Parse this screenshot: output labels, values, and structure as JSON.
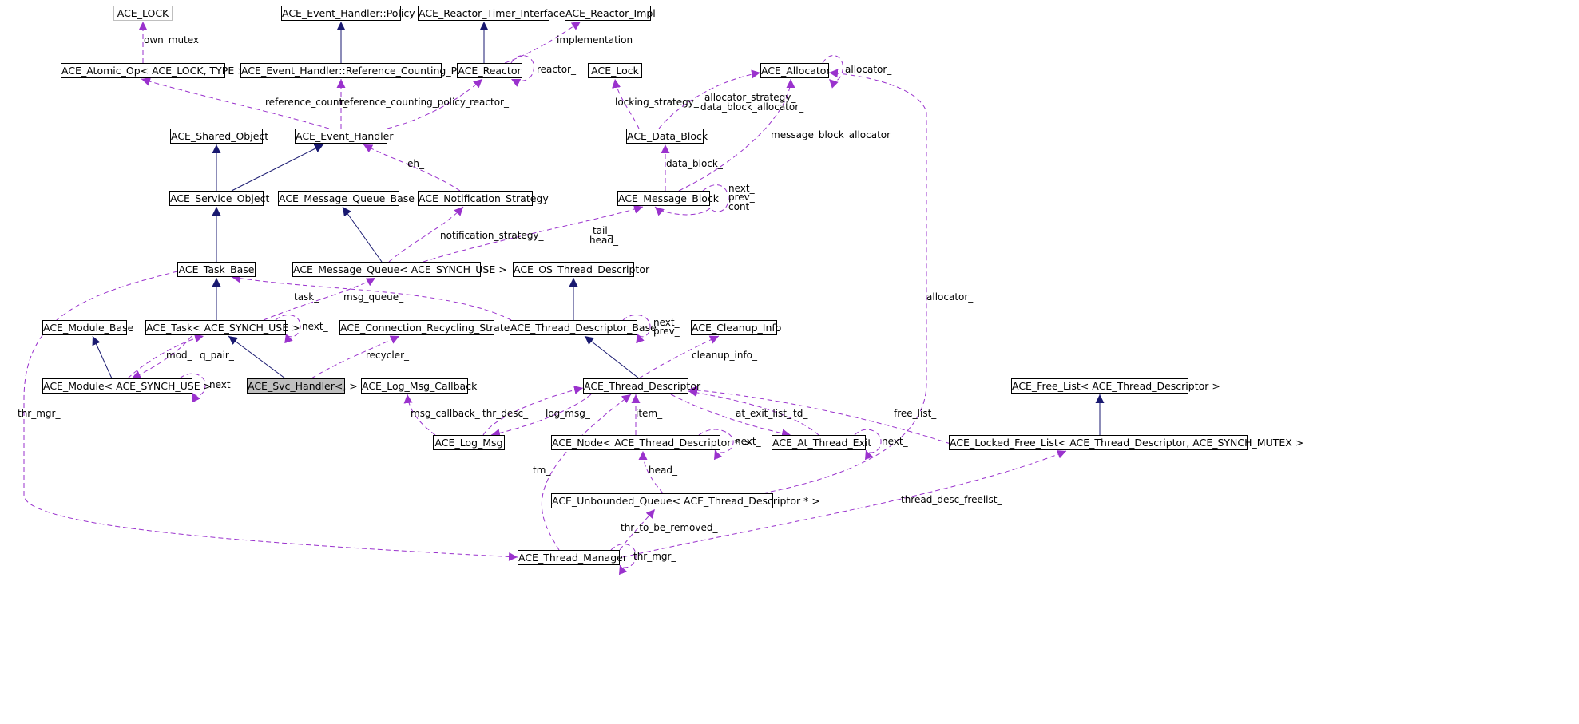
{
  "colors": {
    "inherit": "#191970",
    "usage": "#9a32cd",
    "focus_fill": "#bfbfbf"
  },
  "nodes": [
    {
      "id": "lock",
      "label": "ACE_LOCK"
    },
    {
      "id": "ehpolicy",
      "label": "ACE_Event_Handler::Policy"
    },
    {
      "id": "rti",
      "label": "ACE_Reactor_Timer_Interface"
    },
    {
      "id": "rimpl",
      "label": "ACE_Reactor_Impl"
    },
    {
      "id": "atomic",
      "label": "ACE_Atomic_Op< ACE_LOCK, TYPE >"
    },
    {
      "id": "rcpol",
      "label": "ACE_Event_Handler::Reference_Counting_Policy"
    },
    {
      "id": "reactor",
      "label": "ACE_Reactor"
    },
    {
      "id": "acelock",
      "label": "ACE_Lock"
    },
    {
      "id": "alloc",
      "label": "ACE_Allocator"
    },
    {
      "id": "shobj",
      "label": "ACE_Shared_Object"
    },
    {
      "id": "evh",
      "label": "ACE_Event_Handler"
    },
    {
      "id": "datablk",
      "label": "ACE_Data_Block"
    },
    {
      "id": "svcobj",
      "label": "ACE_Service_Object"
    },
    {
      "id": "mqbase",
      "label": "ACE_Message_Queue_Base"
    },
    {
      "id": "notif",
      "label": "ACE_Notification_Strategy"
    },
    {
      "id": "msgblk",
      "label": "ACE_Message_Block"
    },
    {
      "id": "taskbase",
      "label": "ACE_Task_Base"
    },
    {
      "id": "mq",
      "label": "ACE_Message_Queue< ACE_SYNCH_USE >"
    },
    {
      "id": "ostd",
      "label": "ACE_OS_Thread_Descriptor"
    },
    {
      "id": "modbase",
      "label": "ACE_Module_Base"
    },
    {
      "id": "task",
      "label": "ACE_Task< ACE_SYNCH_USE >"
    },
    {
      "id": "crs",
      "label": "ACE_Connection_Recycling_Strategy"
    },
    {
      "id": "tdb",
      "label": "ACE_Thread_Descriptor_Base"
    },
    {
      "id": "cleanup",
      "label": "ACE_Cleanup_Info"
    },
    {
      "id": "module",
      "label": "ACE_Module< ACE_SYNCH_USE >"
    },
    {
      "id": "svch",
      "label": "ACE_Svc_Handler<, >"
    },
    {
      "id": "logcb",
      "label": "ACE_Log_Msg_Callback"
    },
    {
      "id": "td",
      "label": "ACE_Thread_Descriptor"
    },
    {
      "id": "freelist",
      "label": "ACE_Free_List< ACE_Thread_Descriptor >"
    },
    {
      "id": "logmsg",
      "label": "ACE_Log_Msg"
    },
    {
      "id": "node",
      "label": "ACE_Node< ACE_Thread_Descriptor * >"
    },
    {
      "id": "ate",
      "label": "ACE_At_Thread_Exit"
    },
    {
      "id": "lfl",
      "label": "ACE_Locked_Free_List< ACE_Thread_Descriptor, ACE_SYNCH_MUTEX >"
    },
    {
      "id": "uq",
      "label": "ACE_Unbounded_Queue< ACE_Thread_Descriptor * >"
    },
    {
      "id": "tm",
      "label": "ACE_Thread_Manager"
    }
  ],
  "edge_labels": [
    {
      "id": "own_mutex",
      "text": "own_mutex_"
    },
    {
      "id": "implementation",
      "text": "implementation_"
    },
    {
      "id": "reactor_self",
      "text": "reactor_"
    },
    {
      "id": "alloc_self",
      "text": "allocator_"
    },
    {
      "id": "refcount",
      "text": "reference_count_"
    },
    {
      "id": "refpolicy",
      "text": "reference_counting_policy_"
    },
    {
      "id": "reactor_evh",
      "text": "reactor_"
    },
    {
      "id": "locking",
      "text": "locking_strategy_"
    },
    {
      "id": "alloc_strategy",
      "text": "allocator_strategy_"
    },
    {
      "id": "db_alloc",
      "text": "data_block_allocator_"
    },
    {
      "id": "mb_alloc",
      "text": "message_block_allocator_"
    },
    {
      "id": "eh",
      "text": "eh_"
    },
    {
      "id": "data_block",
      "text": "data_block_"
    },
    {
      "id": "next_mb",
      "text": "next_"
    },
    {
      "id": "prev_mb",
      "text": "prev_"
    },
    {
      "id": "cont_mb",
      "text": "cont_"
    },
    {
      "id": "notif_strategy",
      "text": "notification_strategy_"
    },
    {
      "id": "tail",
      "text": "tail_"
    },
    {
      "id": "head_mq",
      "text": "head_"
    },
    {
      "id": "allocator_td",
      "text": "allocator_"
    },
    {
      "id": "task_",
      "text": "task_"
    },
    {
      "id": "msg_queue",
      "text": "msg_queue_"
    },
    {
      "id": "next_task",
      "text": "next_"
    },
    {
      "id": "next_tdb",
      "text": "next_"
    },
    {
      "id": "prev_tdb",
      "text": "prev_"
    },
    {
      "id": "mod",
      "text": "mod_"
    },
    {
      "id": "q_pair",
      "text": "q_pair_"
    },
    {
      "id": "next_mod",
      "text": "next_"
    },
    {
      "id": "recycler",
      "text": "recycler_"
    },
    {
      "id": "cleanup_info",
      "text": "cleanup_info_"
    },
    {
      "id": "thr_mgr_left",
      "text": "thr_mgr_"
    },
    {
      "id": "msg_callback",
      "text": "msg_callback_"
    },
    {
      "id": "thr_desc",
      "text": "thr_desc_"
    },
    {
      "id": "log_msg",
      "text": "log_msg_"
    },
    {
      "id": "item",
      "text": "item_"
    },
    {
      "id": "at_exit_list",
      "text": "at_exit_list_"
    },
    {
      "id": "td_",
      "text": "td_"
    },
    {
      "id": "free_list",
      "text": "free_list_"
    },
    {
      "id": "next_node",
      "text": "next_"
    },
    {
      "id": "next_ate",
      "text": "next_"
    },
    {
      "id": "tm_",
      "text": "tm_"
    },
    {
      "id": "head_uq",
      "text": "head_"
    },
    {
      "id": "thread_desc_freelist",
      "text": "thread_desc_freelist_"
    },
    {
      "id": "thr_to_be_removed",
      "text": "thr_to_be_removed_"
    },
    {
      "id": "thr_mgr_self",
      "text": "thr_mgr_"
    }
  ]
}
